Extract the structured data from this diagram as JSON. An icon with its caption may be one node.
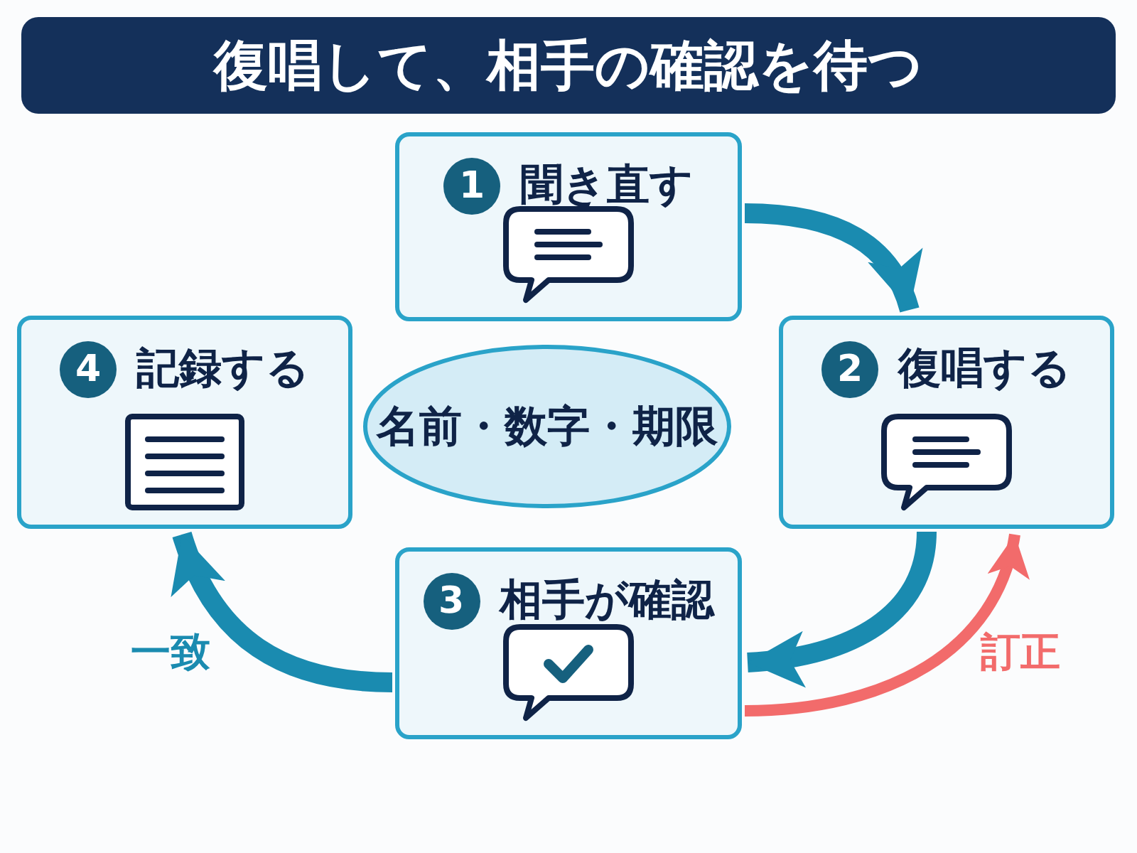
{
  "diagram": {
    "title": "復唱して、相手の確認を待つ",
    "nodes": [
      {
        "text": [
          "1",
          "聞き直す"
        ]
      },
      {
        "text": [
          "2",
          "復唱する"
        ]
      },
      {
        "text": [
          "3",
          "相手が確認"
        ]
      },
      {
        "text": [
          "4",
          "記録する"
        ]
      },
      {
        "text": [
          "名前・数字・期限"
        ]
      }
    ],
    "edges": [
      {
        "from": 0,
        "to": 1,
        "arrow": "to"
      },
      {
        "from": 1,
        "to": 2,
        "arrow": "to"
      },
      {
        "from": 2,
        "to": 3,
        "arrow": "to",
        "label": "一致"
      },
      {
        "from": 2,
        "to": 1,
        "arrow": "to",
        "label": "訂正",
        "color": "#f26b6b"
      }
    ]
  }
}
